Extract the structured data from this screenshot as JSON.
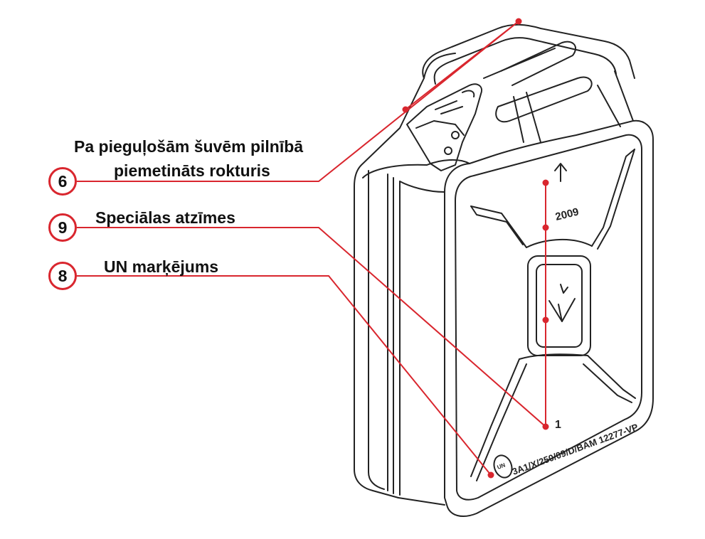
{
  "colors": {
    "accent": "#d9262e",
    "outline": "#222222",
    "text": "#111111"
  },
  "callouts": [
    {
      "number": "6",
      "label_line1": "Pa pieguļošām šuvēm pilnībā",
      "label_line2": "piemetināts rokturis"
    },
    {
      "number": "9",
      "label": "Speciālas atzīmes"
    },
    {
      "number": "8",
      "label": "UN marķējums"
    }
  ],
  "canister": {
    "arrow_glyph": "↑",
    "year_mark": "2009",
    "count_mark": "1",
    "un_code": "3A1/X/250/09/D/BAM 12277-VP",
    "un_symbol": "UN"
  }
}
